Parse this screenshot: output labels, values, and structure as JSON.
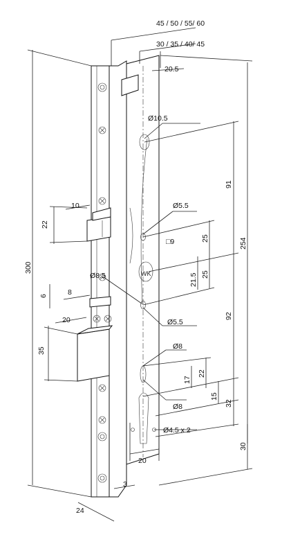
{
  "top_dims": {
    "width_options": "45 / 50 / 55/ 60",
    "backset_options": "30 / 35 / 40/ 45",
    "width_20_5": "20.5"
  },
  "overall": {
    "height": "300",
    "face_width": "24",
    "offset_3": "3",
    "bottom_30": "30",
    "height_254": "254"
  },
  "hole_labels": {
    "d10_5": "Ø10.5",
    "d5_5_top": "Ø5.5",
    "sq9": "□9",
    "d8_5": "Ø8.5",
    "d5_5_low": "Ø5.5",
    "d8_top": "Ø8",
    "d8_low": "Ø8",
    "d4_5x2": "Ø4.5 x 2"
  },
  "vertical_dims": {
    "v91": "91",
    "v25a": "25",
    "v21_5": "21.5",
    "v25b": "25",
    "v92": "92",
    "v17": "17",
    "v22b": "22",
    "v15": "15",
    "v32": "32"
  },
  "latch_dims": {
    "w10": "10",
    "h22": "22",
    "w8": "8",
    "h6": "6",
    "w20": "20",
    "h35": "35"
  },
  "cylinder": {
    "w20": "20"
  }
}
